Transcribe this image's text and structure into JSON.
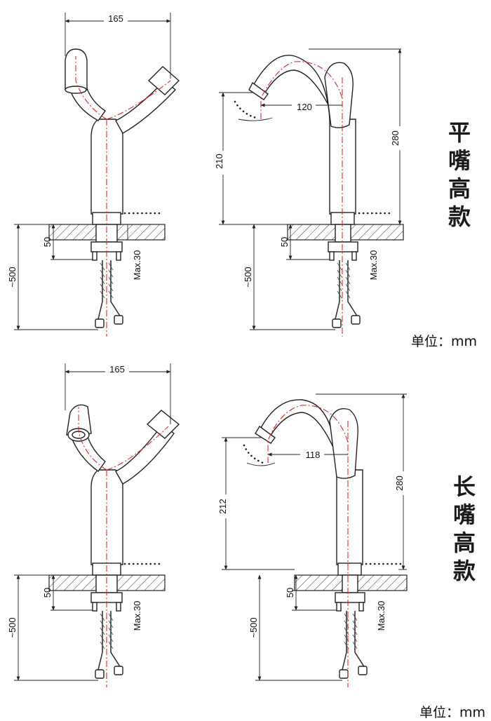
{
  "top_section": {
    "title": [
      "平",
      "嘴",
      "高",
      "款"
    ],
    "unit": "单位：mm",
    "front_view": {
      "width_dim": "165",
      "mount_dim": "50",
      "max_dim": "Max.30",
      "hose_dim": "~500"
    },
    "side_view": {
      "reach_dim": "120",
      "spout_height_dim": "210",
      "total_height_dim": "280",
      "mount_dim": "50",
      "max_dim": "Max.30",
      "hose_dim": "~500"
    }
  },
  "bottom_section": {
    "title": [
      "长",
      "嘴",
      "高",
      "款"
    ],
    "unit": "单位：mm",
    "front_view": {
      "width_dim": "165",
      "mount_dim": "50",
      "max_dim": "Max.30",
      "hose_dim": "~500"
    },
    "side_view": {
      "reach_dim": "118",
      "spout_height_dim": "212",
      "total_height_dim": "280",
      "mount_dim": "50",
      "max_dim": "Max.30",
      "hose_dim": "~500"
    }
  },
  "colors": {
    "outline": "#222222",
    "centerline": "#e0262b",
    "hatch": "#333333"
  }
}
